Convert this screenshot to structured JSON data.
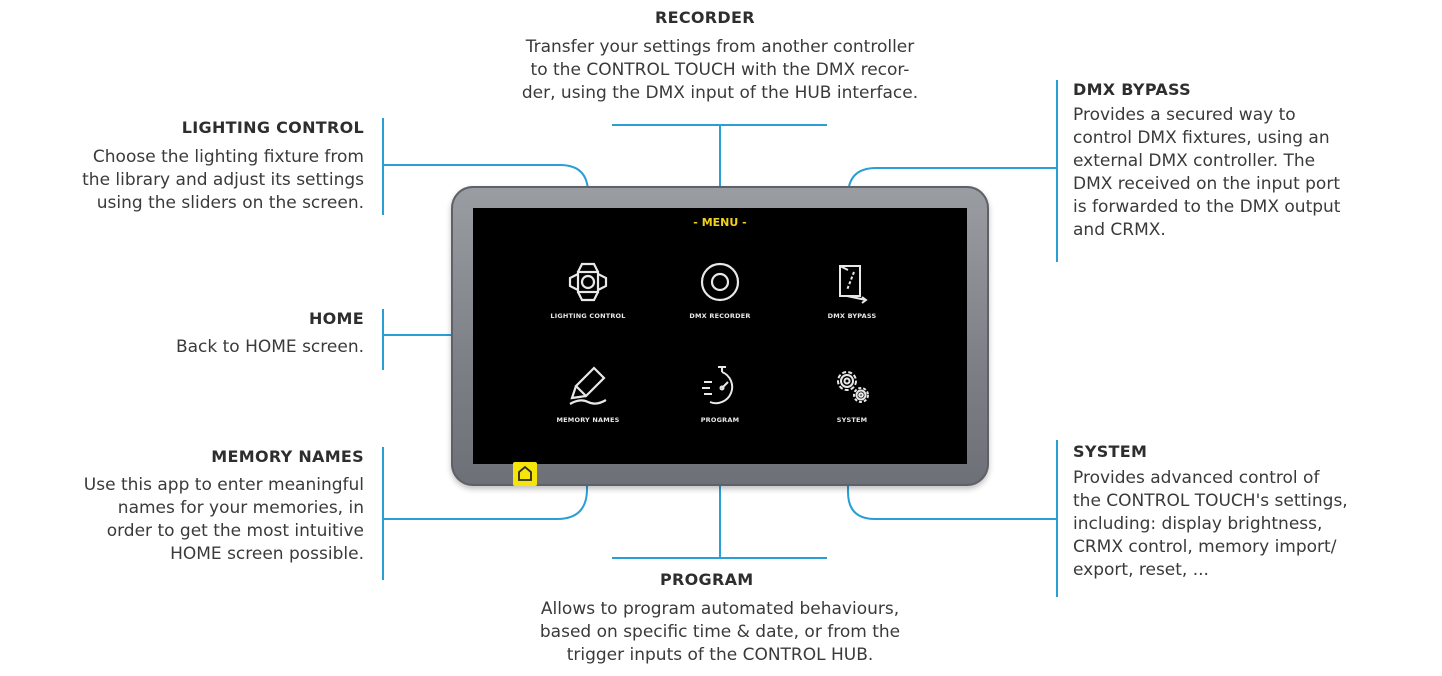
{
  "callouts": {
    "recorder": {
      "title": "RECORDER",
      "lines": [
        "Transfer your settings from another controller",
        "to the CONTROL TOUCH with the DMX recor-",
        "der, using the DMX input of the HUB interface."
      ]
    },
    "lighting_control": {
      "title": "LIGHTING CONTROL",
      "lines": [
        "Choose the lighting fixture from",
        "the library and adjust its settings",
        "using the sliders on the screen."
      ]
    },
    "dmx_bypass": {
      "title": "DMX BYPASS",
      "lines": [
        "Provides a secured way to",
        "control DMX fixtures, using an",
        "external DMX controller. The",
        "DMX received on the input port",
        "is forwarded to the DMX output",
        "and CRMX."
      ]
    },
    "home": {
      "title": "HOME",
      "lines": [
        "Back to HOME screen."
      ]
    },
    "memory_names": {
      "title": "MEMORY NAMES",
      "lines": [
        "Use this app to enter meaningful",
        "names for your memories, in",
        "order to get the most intuitive",
        "HOME screen possible."
      ]
    },
    "system": {
      "title": "SYSTEM",
      "lines": [
        "Provides advanced control of",
        "the CONTROL TOUCH's settings,",
        "including: display brightness,",
        "CRMX control, memory import/",
        "export, reset, ..."
      ]
    },
    "program": {
      "title": "PROGRAM",
      "lines": [
        "Allows to program automated behaviours,",
        "based on specific time & date, or from the",
        "trigger inputs of the CONTROL HUB."
      ]
    }
  },
  "screen": {
    "menu_title": "- MENU -",
    "apps": [
      {
        "label": "LIGHTING CONTROL",
        "icon": "spotlight-icon"
      },
      {
        "label": "DMX RECORDER",
        "icon": "record-disc-icon"
      },
      {
        "label": "DMX BYPASS",
        "icon": "bypass-icon"
      },
      {
        "label": "MEMORY NAMES",
        "icon": "pencil-icon"
      },
      {
        "label": "PROGRAM",
        "icon": "stopwatch-icon"
      },
      {
        "label": "SYSTEM",
        "icon": "gears-icon"
      }
    ],
    "home_button_icon": "home-icon"
  },
  "colors": {
    "line": "#2a9fd6",
    "screen_bg": "#000000",
    "menu_title": "#f2d21a",
    "home_button": "#f5e50a",
    "device": "#8a8e94"
  }
}
